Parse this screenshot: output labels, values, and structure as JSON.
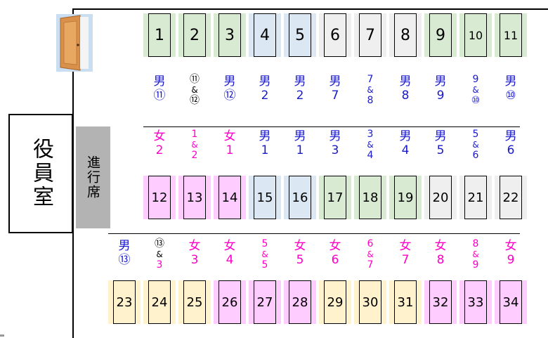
{
  "colors": {
    "green": "#d9ead3",
    "blue": "#dbe8f3",
    "gray": "#efefef",
    "pink": "#ffccff",
    "yellow": "#fff2cc",
    "male_text": "#1a1acc",
    "female_text": "#ff00c8"
  },
  "room": {
    "label": "役員室"
  },
  "progress_seat": {
    "label": "進行席"
  },
  "door": {
    "icon": "door-icon"
  },
  "rows": [
    {
      "seats": [
        {
          "num": "1",
          "color": "green"
        },
        {
          "num": "2",
          "color": "green"
        },
        {
          "num": "3",
          "color": "green"
        },
        {
          "num": "4",
          "color": "blue"
        },
        {
          "num": "5",
          "color": "blue"
        },
        {
          "num": "6",
          "color": "gray"
        },
        {
          "num": "7",
          "color": "gray"
        },
        {
          "num": "8",
          "color": "gray"
        },
        {
          "num": "9",
          "color": "green"
        },
        {
          "num": "10",
          "color": "green"
        },
        {
          "num": "11",
          "color": "green"
        }
      ],
      "labels": [
        {
          "lines": [
            "男",
            "⑪"
          ],
          "gender": "m"
        },
        {
          "lines": [
            "⑪",
            "&",
            "⑫"
          ],
          "gender": "b"
        },
        {
          "lines": [
            "男",
            "⑫"
          ],
          "gender": "m"
        },
        {
          "lines": [
            "男",
            "2"
          ],
          "gender": "m"
        },
        {
          "lines": [
            "男",
            "2"
          ],
          "gender": "m"
        },
        {
          "lines": [
            "男",
            "7"
          ],
          "gender": "m"
        },
        {
          "lines": [
            "7",
            "&",
            "8"
          ],
          "gender": "m"
        },
        {
          "lines": [
            "男",
            "8"
          ],
          "gender": "m"
        },
        {
          "lines": [
            "男",
            "9"
          ],
          "gender": "m"
        },
        {
          "lines": [
            "9",
            "&",
            "⑩"
          ],
          "gender": "m"
        },
        {
          "lines": [
            "男",
            "⑩"
          ],
          "gender": "m"
        }
      ]
    },
    {
      "labels": [
        {
          "lines": [
            "女",
            "2"
          ],
          "gender": "f"
        },
        {
          "lines": [
            "1",
            "&",
            "2"
          ],
          "gender": "f"
        },
        {
          "lines": [
            "女",
            "1"
          ],
          "gender": "f"
        },
        {
          "lines": [
            "男",
            "1"
          ],
          "gender": "m"
        },
        {
          "lines": [
            "男",
            "1"
          ],
          "gender": "m"
        },
        {
          "lines": [
            "男",
            "3"
          ],
          "gender": "m"
        },
        {
          "lines": [
            "3",
            "&",
            "4"
          ],
          "gender": "m"
        },
        {
          "lines": [
            "男",
            "4"
          ],
          "gender": "m"
        },
        {
          "lines": [
            "男",
            "5"
          ],
          "gender": "m"
        },
        {
          "lines": [
            "5",
            "&",
            "6"
          ],
          "gender": "m"
        },
        {
          "lines": [
            "男",
            "6"
          ],
          "gender": "m"
        }
      ],
      "seats": [
        {
          "num": "12",
          "color": "pink"
        },
        {
          "num": "13",
          "color": "pink"
        },
        {
          "num": "14",
          "color": "pink"
        },
        {
          "num": "15",
          "color": "blue"
        },
        {
          "num": "16",
          "color": "blue"
        },
        {
          "num": "17",
          "color": "green"
        },
        {
          "num": "18",
          "color": "green"
        },
        {
          "num": "19",
          "color": "green"
        },
        {
          "num": "20",
          "color": "gray"
        },
        {
          "num": "21",
          "color": "gray"
        },
        {
          "num": "22",
          "color": "gray"
        }
      ]
    },
    {
      "labels": [
        {
          "lines": [
            "男",
            "⑬"
          ],
          "gender": "m"
        },
        {
          "lines": [
            "⑬",
            "&",
            "3"
          ],
          "gender": "bf"
        },
        {
          "lines": [
            "女",
            "3"
          ],
          "gender": "f"
        },
        {
          "lines": [
            "女",
            "4"
          ],
          "gender": "f"
        },
        {
          "lines": [
            "5",
            "&",
            "5"
          ],
          "gender": "f"
        },
        {
          "lines": [
            "女",
            "5"
          ],
          "gender": "f"
        },
        {
          "lines": [
            "女",
            "6"
          ],
          "gender": "f"
        },
        {
          "lines": [
            "6",
            "&",
            "7"
          ],
          "gender": "f"
        },
        {
          "lines": [
            "女",
            "7"
          ],
          "gender": "f"
        },
        {
          "lines": [
            "女",
            "8"
          ],
          "gender": "f"
        },
        {
          "lines": [
            "8",
            "&",
            "9"
          ],
          "gender": "f"
        },
        {
          "lines": [
            "女",
            "9"
          ],
          "gender": "f"
        }
      ],
      "seats": [
        {
          "num": "23",
          "color": "yellow"
        },
        {
          "num": "24",
          "color": "yellow"
        },
        {
          "num": "25",
          "color": "yellow"
        },
        {
          "num": "26",
          "color": "pink"
        },
        {
          "num": "27",
          "color": "pink"
        },
        {
          "num": "28",
          "color": "pink"
        },
        {
          "num": "29",
          "color": "yellow"
        },
        {
          "num": "30",
          "color": "yellow"
        },
        {
          "num": "31",
          "color": "yellow"
        },
        {
          "num": "32",
          "color": "pink"
        },
        {
          "num": "33",
          "color": "pink"
        },
        {
          "num": "34",
          "color": "pink"
        }
      ]
    }
  ]
}
